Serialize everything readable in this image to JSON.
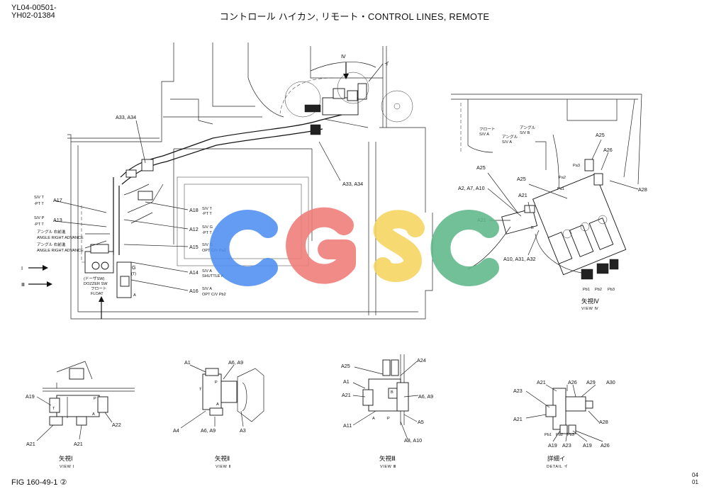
{
  "header": {
    "serial_line_1": "YL04-00501-",
    "serial_line_2": "YH02-01384",
    "title": "コントロール ハイカン, リモート・CONTROL LINES, REMOTE"
  },
  "footer": {
    "figure_ref": "FIG 160-49-1 ②",
    "page_top": "04",
    "page_bottom": "01"
  },
  "watermark": {
    "text": "CGSC",
    "colors": [
      "#4d8ef0",
      "#f07c78",
      "#f5d45e",
      "#5fb88a"
    ]
  },
  "main_view": {
    "callouts": {
      "a33_a34_top": "A33, A34",
      "a33_a34_right": "A33, A34",
      "view_iv_marker": "Ⅳ",
      "detail_i_marker": "イ",
      "view_i_arrow": "Ⅰ",
      "view_iii_arrow": "Ⅲ",
      "a17": "A17",
      "a13": "A13",
      "a18": "A18",
      "a12": "A12",
      "a15": "A15",
      "a14": "A14",
      "a16": "A16",
      "g": "G",
      "t_paren": "(T)",
      "a_small": "A"
    },
    "labels": {
      "sv_t_1": "S/V  T",
      "sv_t_2": "-PT  T",
      "sv_p_1": "S/V  P",
      "sv_p_2": "-PT  T",
      "angle_jp_1": "アングル 右前進",
      "angle_en_1": "ANGLE RIGHT ADVANCE",
      "angle_jp_2": "アングル 右前進",
      "angle_en_2": "ANGLE RIGHT ADVANCE",
      "dozer_1": "(ドーザSW)",
      "dozer_2": "DOZZER SW",
      "dozer_3": "フロート",
      "dozer_4": "FLOAT",
      "r18_1": "S/V  T",
      "r18_2": "-PT  T",
      "r12_1": "S/V  G",
      "r12_2": "-PT  T",
      "r15_1": "S/V  G",
      "r15_2": "OPT C/V Pa2",
      "r14_1": "S/V  A",
      "r14_2": "SHUTTLE A",
      "r16_1": "S/V  A",
      "r16_2": "OPT C/V Pb2"
    }
  },
  "view_iv": {
    "title": "矢視Ⅳ",
    "subtitle": "VIEW Ⅳ",
    "float_jp": "フロート",
    "float_en": "S/V  A",
    "angle_jp": "アングル",
    "angle_sv1": "S/V  B",
    "angle_jp2": "アングル",
    "angle_sv2": "S/V  A",
    "a25_top": "A25",
    "a26": "A26",
    "a25_left": "A25",
    "a2_a7_a10": "A2, A7, A10",
    "a25_mid": "A25",
    "a21_upper": "A21",
    "a21_left": "A21",
    "a28": "A28",
    "pa3": "Pa3",
    "pa2": "Pa2",
    "pa1": "Pa1",
    "a10_a31_a32": "A10, A31, A32",
    "pb1": "Pb1",
    "pb2": "Pb2",
    "pb3": "Pb3",
    "b_mark": "B"
  },
  "view_i": {
    "title": "矢視Ⅰ",
    "subtitle": "VIEW Ⅰ",
    "a19": "A19",
    "a21_left": "A21",
    "a21_bottom": "A21",
    "a22": "A22",
    "p": "P",
    "t": "T",
    "a": "A"
  },
  "view_ii": {
    "title": "矢視Ⅱ",
    "subtitle": "VIEW Ⅱ",
    "a1": "A1",
    "a6_a9_top": "A6, A9",
    "a4": "A4",
    "a6_a9_bottom": "A6, A9",
    "a3": "A3",
    "t": "T",
    "p": "P",
    "a": "A"
  },
  "view_iii": {
    "title": "矢視Ⅲ",
    "subtitle": "VIEW Ⅲ",
    "a25": "A25",
    "a24": "A24",
    "a1": "A1",
    "a21": "A21",
    "a6_a9": "A6, A9",
    "a11": "A11",
    "a5": "A5",
    "a8_a10": "A8, A10",
    "b": "B",
    "p": "P",
    "a": "A"
  },
  "detail_i": {
    "title": "詳細イ",
    "subtitle": "DETAIL イ",
    "a21_top": "A21",
    "a26_top": "A26",
    "a29": "A29",
    "a30": "A30",
    "a23_left": "A23",
    "a21_left": "A21",
    "a28": "A28",
    "pb1": "Pb1",
    "pb2": "Pb2",
    "pb3": "Pb3",
    "a19": "A19",
    "a23_bottom": "A23",
    "a19_b": "A19",
    "a26_bottom": "A26"
  }
}
